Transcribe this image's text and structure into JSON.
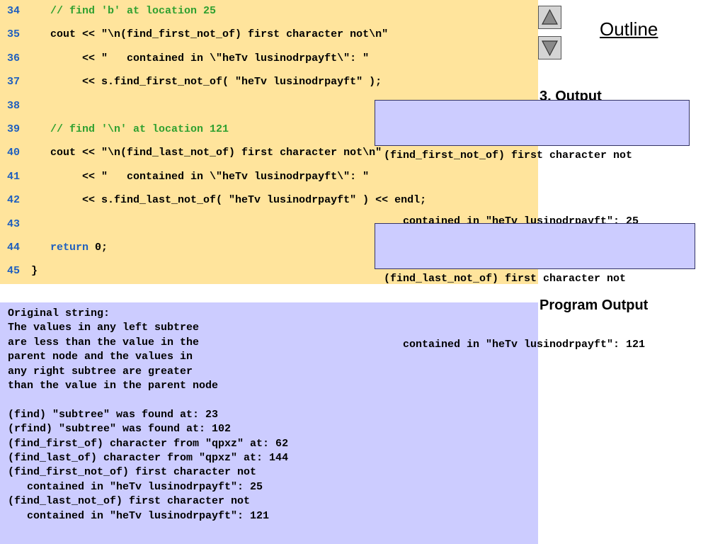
{
  "code_lines": [
    {
      "num": "34",
      "indent": "   ",
      "kind": "comment",
      "text": "// find 'b' at location 25"
    },
    {
      "num": "35",
      "indent": "   ",
      "kind": "code",
      "text": "cout << \"\\n(find_first_not_of) first character not\\n\""
    },
    {
      "num": "36",
      "indent": "        ",
      "kind": "code",
      "text": "<< \"   contained in \\\"heTv lusinodrpayft\\\": \""
    },
    {
      "num": "37",
      "indent": "        ",
      "kind": "code",
      "text": "<< s.find_first_not_of( \"heTv lusinodrpayft\" );"
    },
    {
      "num": "38",
      "indent": "",
      "kind": "code",
      "text": ""
    },
    {
      "num": "39",
      "indent": "   ",
      "kind": "comment",
      "text": "// find '\\n' at location 121"
    },
    {
      "num": "40",
      "indent": "   ",
      "kind": "code",
      "text": "cout << \"\\n(find_last_not_of) first character not\\n\""
    },
    {
      "num": "41",
      "indent": "        ",
      "kind": "code",
      "text": "<< \"   contained in \\\"heTv lusinodrpayft\\\": \""
    },
    {
      "num": "42",
      "indent": "        ",
      "kind": "code",
      "text": "<< s.find_last_not_of( \"heTv lusinodrpayft\" ) << endl;"
    },
    {
      "num": "43",
      "indent": "",
      "kind": "code",
      "text": ""
    },
    {
      "num": "44",
      "indent": "   ",
      "kind": "return",
      "keyword": "return",
      "text": " 0;"
    },
    {
      "num": "45",
      "indent": "",
      "kind": "code",
      "text": "}"
    }
  ],
  "callouts": {
    "first_not_of": [
      "(find_first_not_of) first character not",
      "   contained in \"heTv lusinodrpayft\": 25"
    ],
    "last_not_of": [
      "(find_last_not_of) first character not",
      "   contained in \"heTv lusinodrpayft\": 121"
    ]
  },
  "program_output": "Original string:\nThe values in any left subtree\nare less than the value in the\nparent node and the values in\nany right subtree are greater\nthan the value in the parent node\n\n(find) \"subtree\" was found at: 23\n(rfind) \"subtree\" was found at: 102\n(find_first_of) character from \"qpxz\" at: 62\n(find_last_of) character from \"qpxz\" at: 144\n(find_first_not_of) first character not\n   contained in \"heTv lusinodrpayft\": 25\n(find_last_not_of) first character not\n   contained in \"heTv lusinodrpayft\": 121",
  "sidebar": {
    "outline_label": "Outline",
    "output_label": "3. Output",
    "program_output_label": "Program Output"
  },
  "icons": {
    "prev": "triangle-up-icon",
    "next": "triangle-down-icon"
  },
  "colors": {
    "code_bg": "#FFE49C",
    "output_bg": "#CCCCFF",
    "comment": "#2fa02f",
    "keyword": "#1f5fbf"
  }
}
